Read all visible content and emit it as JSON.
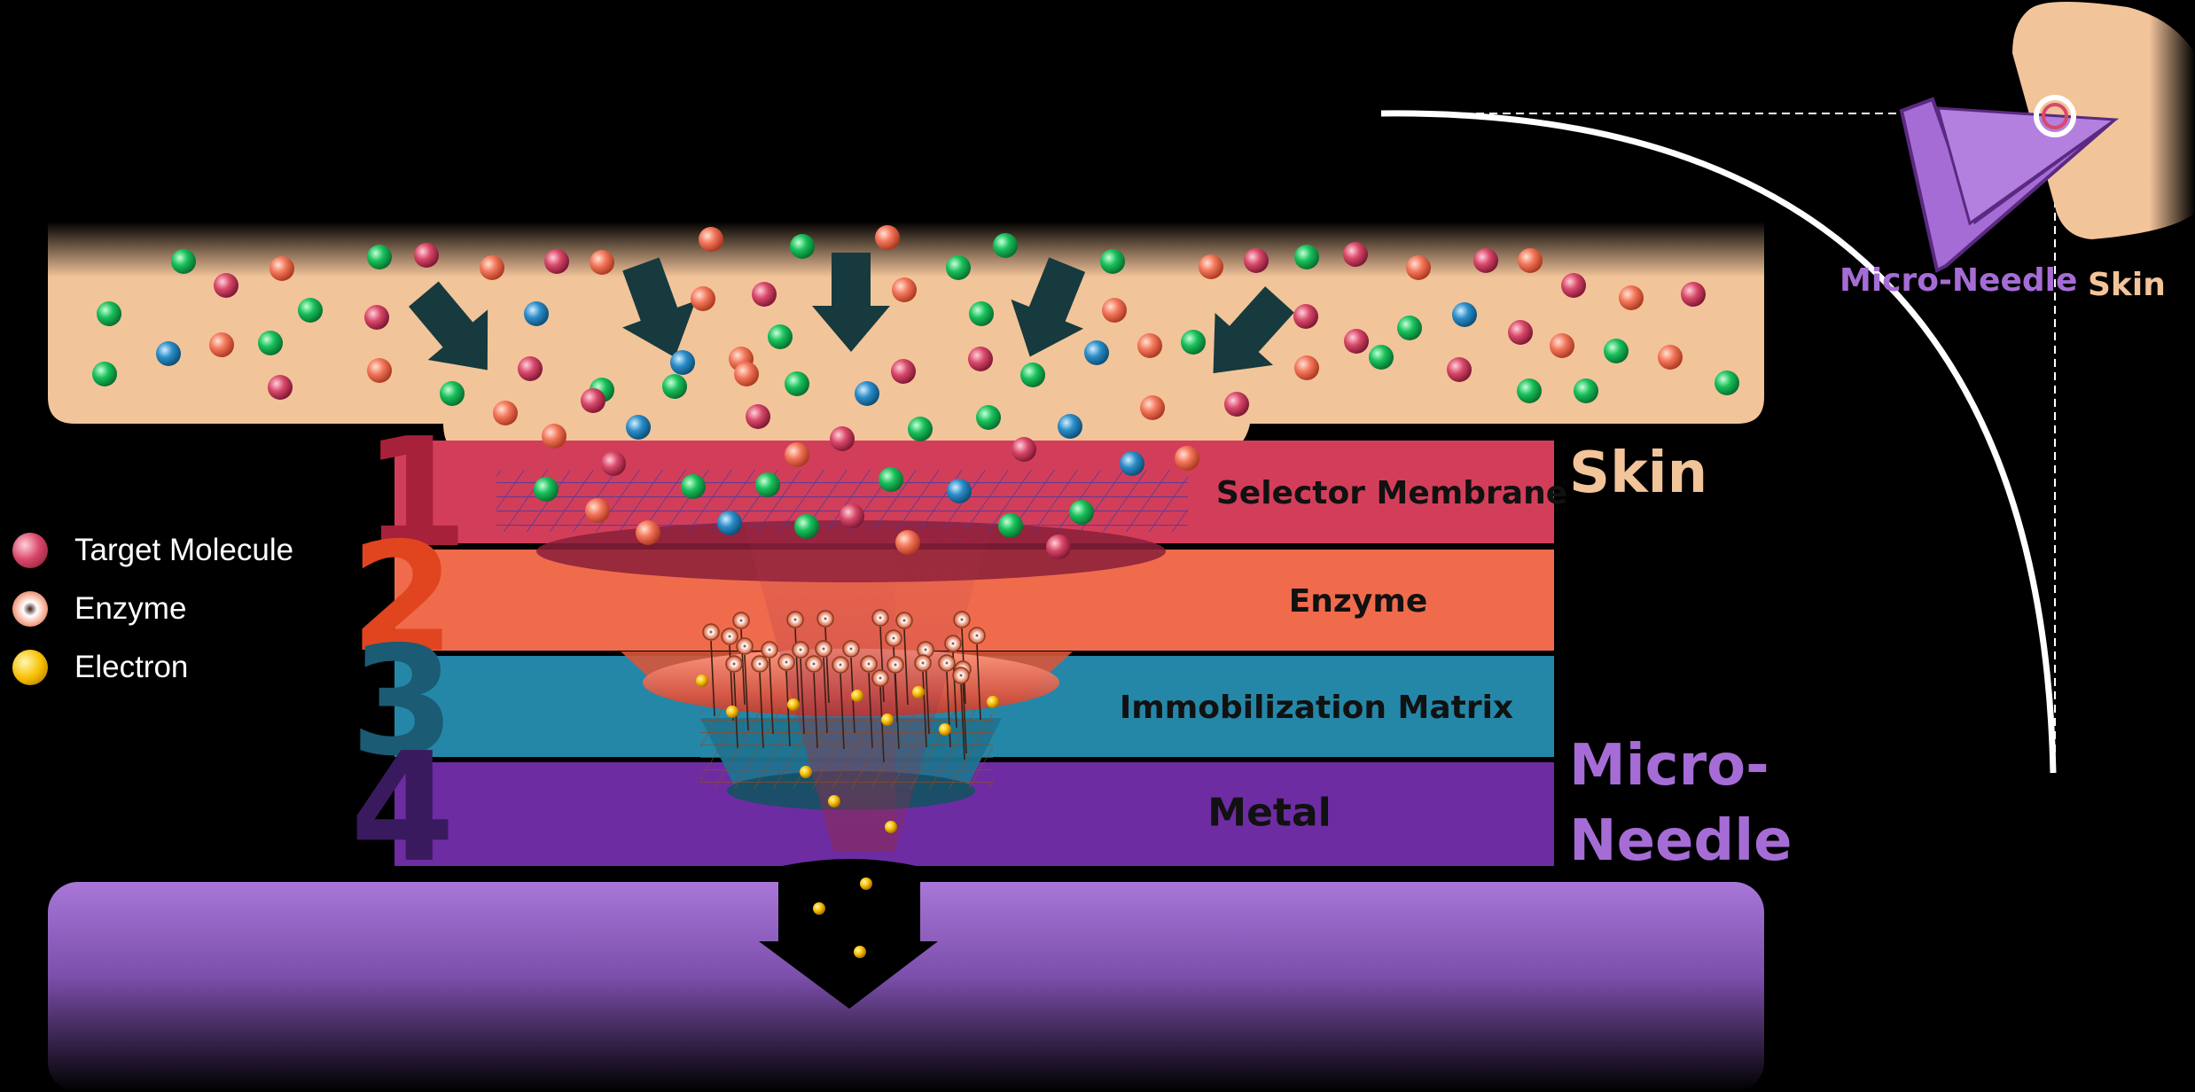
{
  "layers": [
    {
      "number": "1",
      "label": "Selector Membrane",
      "color": "#d23e59",
      "number_color": "#a8213a"
    },
    {
      "number": "2",
      "label": "Enzyme",
      "color": "#f06b4c",
      "number_color": "#e0451f"
    },
    {
      "number": "3",
      "label": "Immobilization Matrix",
      "color": "#2587a8",
      "number_color": "#1b5b73"
    },
    {
      "number": "4",
      "label": "Metal",
      "color": "#6e2ca3",
      "number_color": "#3a1a5e"
    }
  ],
  "side_labels": {
    "skin": "Skin",
    "micro_needle_line1": "Micro-",
    "micro_needle_line2": "Needle"
  },
  "inset": {
    "micro_needle": "Micro-Needle",
    "skin": "Skin"
  },
  "legend": [
    {
      "label": "Target Molecule",
      "color": "#d9486a",
      "icon": "target-molecule-icon"
    },
    {
      "label": "Enzyme",
      "color": "#f0876a",
      "icon": "enzyme-icon"
    },
    {
      "label": "Electron",
      "color": "#f7c000",
      "icon": "electron-icon"
    }
  ],
  "colors": {
    "skin": "#f2c49a",
    "micro_needle": "#a66cd6",
    "arrow": "#163a3d"
  }
}
